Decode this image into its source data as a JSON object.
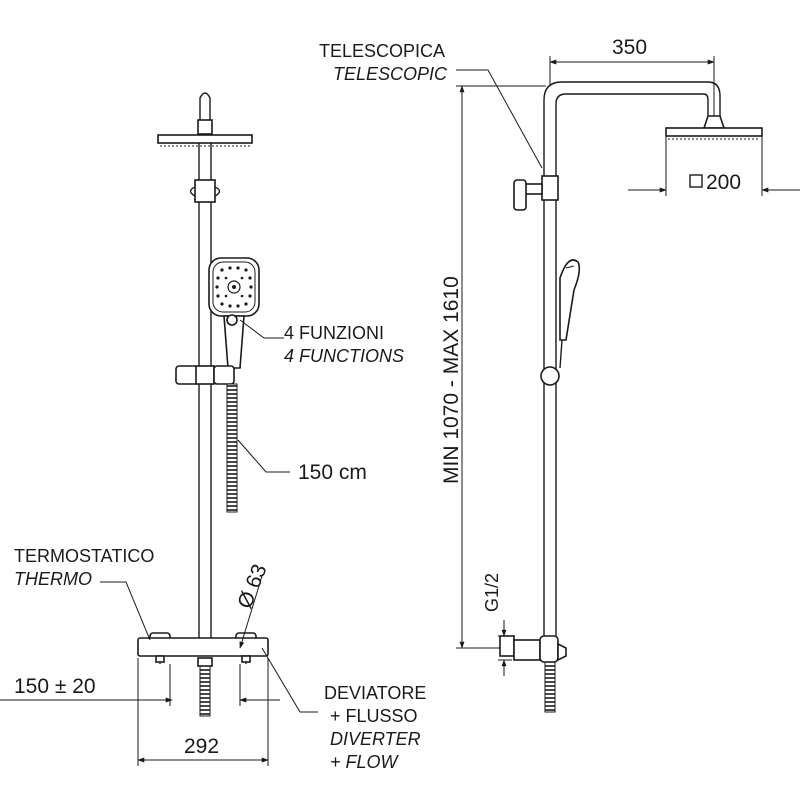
{
  "labels": {
    "telescopica": "TELESCOPICA",
    "telescopic": "TELESCOPIC",
    "dim_350": "350",
    "dim_200": "200",
    "dim_height": "MIN 1070 - MAX 1610",
    "funzioni": "4 FUNZIONI",
    "functions": "4 FUNCTIONS",
    "hose": "150 cm",
    "termostatico": "TERMOSTATICO",
    "thermo": "THERMO",
    "dim_63": "Ø 63",
    "dim_g12": "G1/2",
    "dim_150": "150 ± 20",
    "dim_292": "292",
    "deviatore": "DEVIATORE",
    "flusso": "+ FLUSSO",
    "diverter": "DIVERTER",
    "flow": "+ FLOW"
  },
  "colors": {
    "line": "#1a1a1a",
    "background": "#ffffff"
  }
}
